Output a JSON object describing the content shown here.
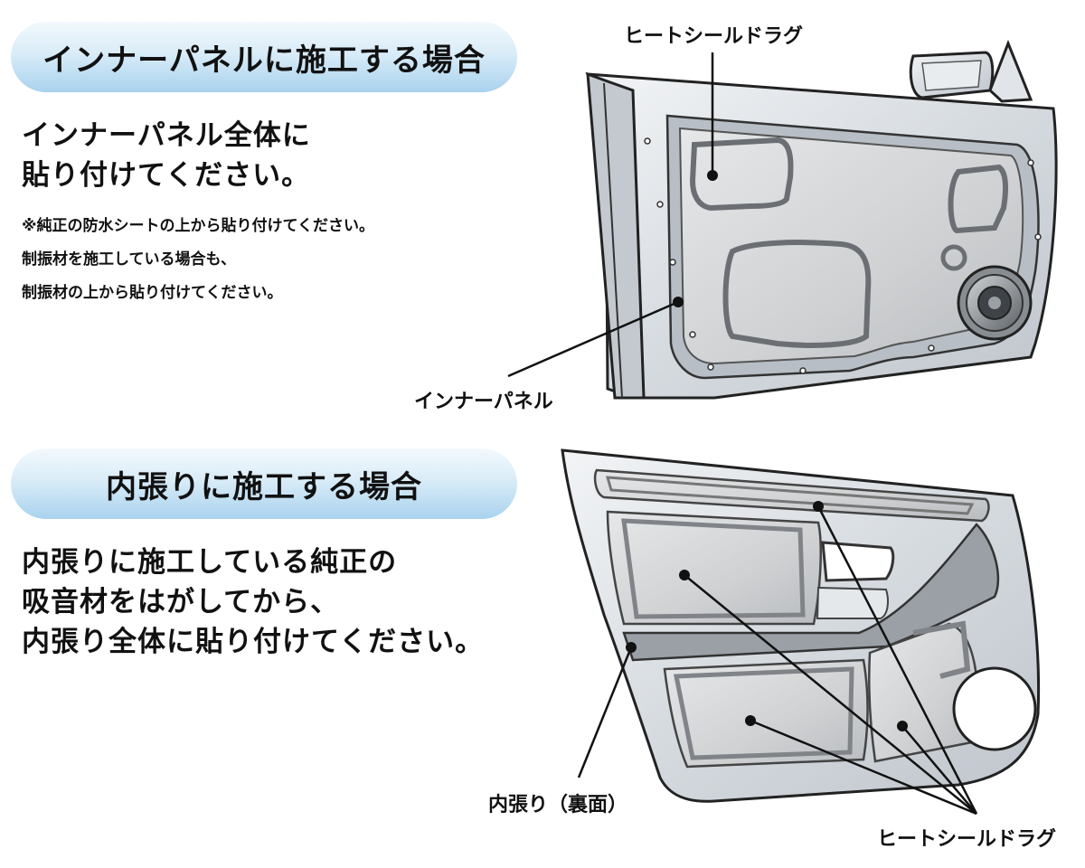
{
  "section1": {
    "title": "インナーパネルに施工する場合",
    "lead": [
      "インナーパネル全体に",
      "貼り付けてください。"
    ],
    "notes": [
      "※純正の防水シートの上から貼り付けてください。",
      "制振材を施工している場合も、",
      "制振材の上から貼り付けてください。"
    ],
    "labels": {
      "heat_seal": "ヒートシールドラグ",
      "inner_panel": "インナーパネル"
    }
  },
  "section2": {
    "title": "内張りに施工する場合",
    "lead": [
      "内張りに施工している純正の",
      "吸音材をはがしてから、",
      "内張り全体に貼り付けてください。"
    ],
    "labels": {
      "trim_back": "内張り（裏面）",
      "heat_seal": "ヒートシールドラグ"
    }
  },
  "colors": {
    "banner_top": "#f3f9fd",
    "banner_bottom": "#a9d2ee",
    "panel_silver": "#d8dde3"
  }
}
